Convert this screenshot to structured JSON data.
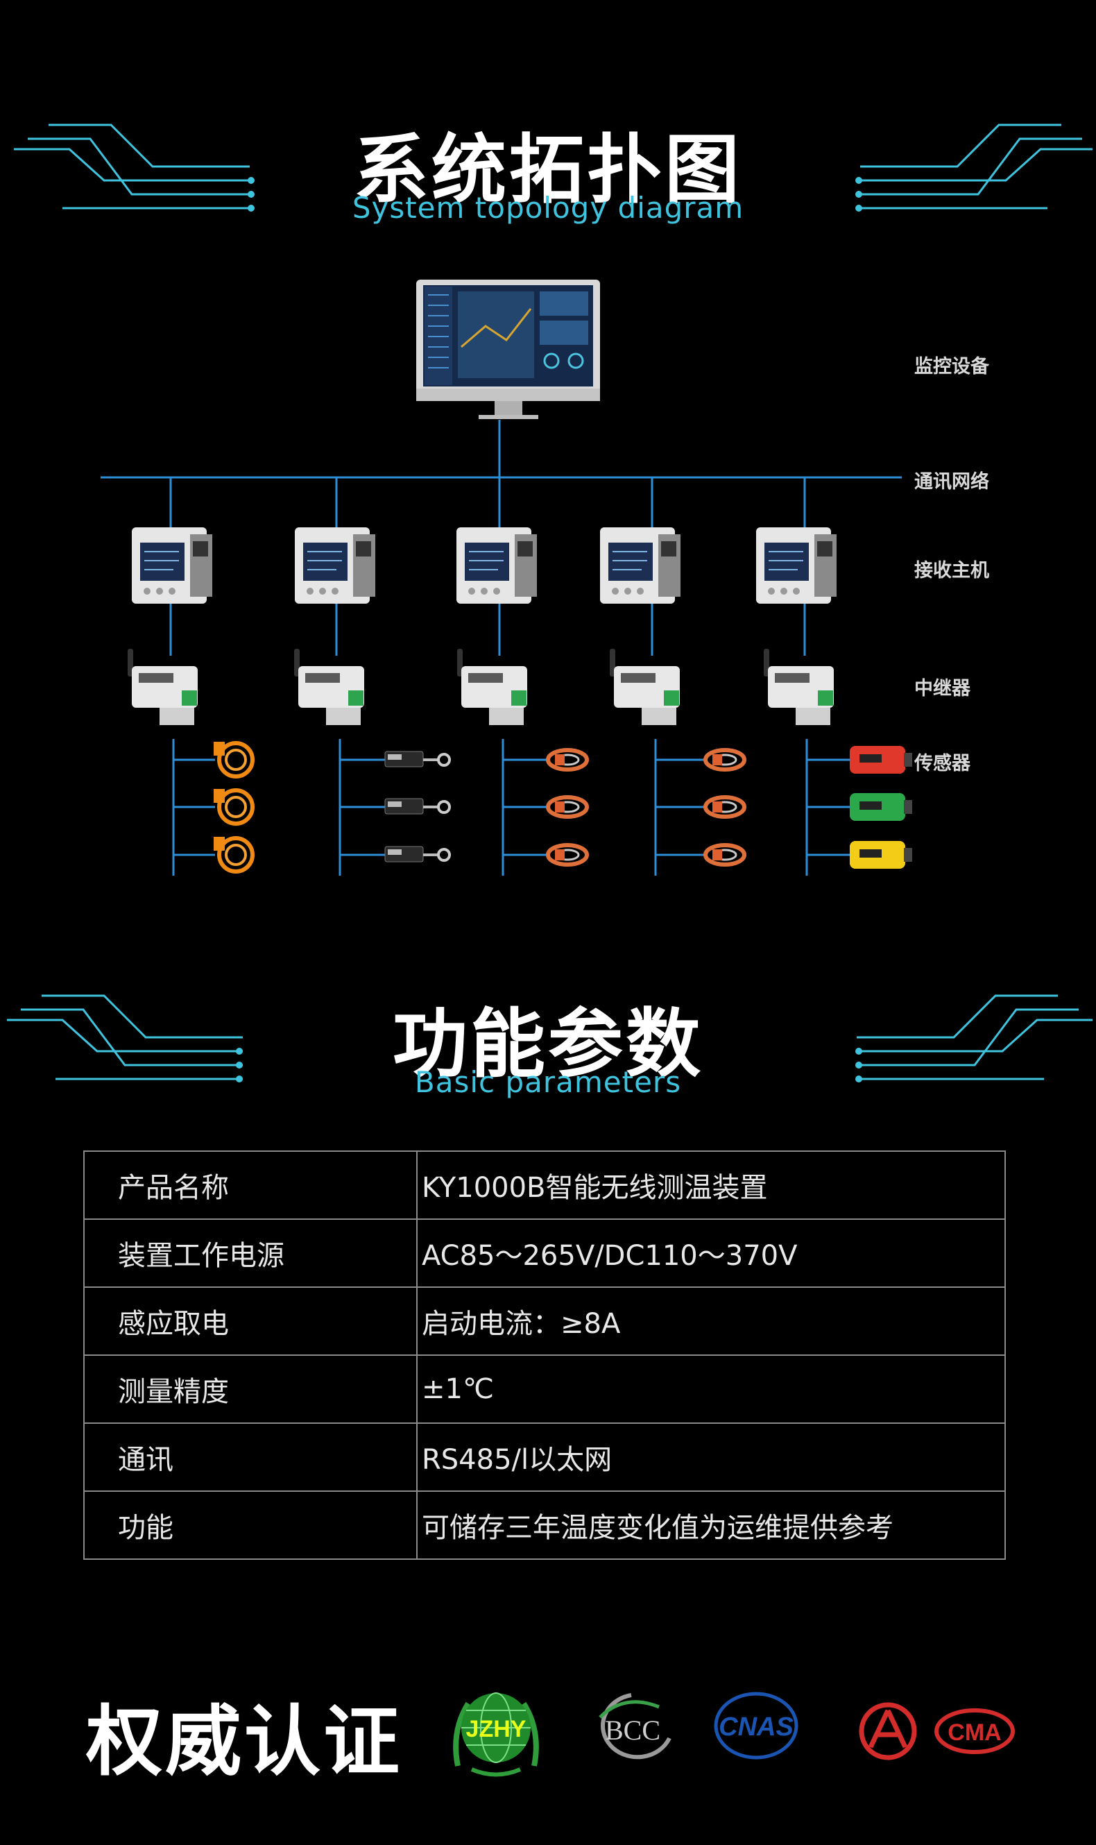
{
  "topology": {
    "title_cn": "系统拓扑图",
    "title_en": "System topology diagram",
    "labels": {
      "monitor": "监控设备",
      "network": "通讯网络",
      "receiver": "接收主机",
      "collector": "中继器",
      "sensor": "传感器"
    }
  },
  "params": {
    "title_cn": "功能参数",
    "title_en": "Basic parameters",
    "rows": [
      {
        "key": "产品名称",
        "value": "KY1000B智能无线测温装置"
      },
      {
        "key": "装置工作电源",
        "value": "AC85～265V/DC110～370V"
      },
      {
        "key": "感应取电",
        "value": "启动电流：≥8A"
      },
      {
        "key": "测量精度",
        "value": "±1℃"
      },
      {
        "key": "通讯",
        "value": "RS485/l以太网"
      },
      {
        "key": "功能",
        "value": "可储存三年温度变化值为运维提供参考"
      }
    ]
  },
  "certification": {
    "title": "权威认证",
    "logos": [
      "JZHY",
      "BCC",
      "CNAS",
      "CMA"
    ]
  },
  "colors": {
    "accent": "#3fc4df",
    "line_blue": "#2e8fd8",
    "background": "#000000"
  }
}
